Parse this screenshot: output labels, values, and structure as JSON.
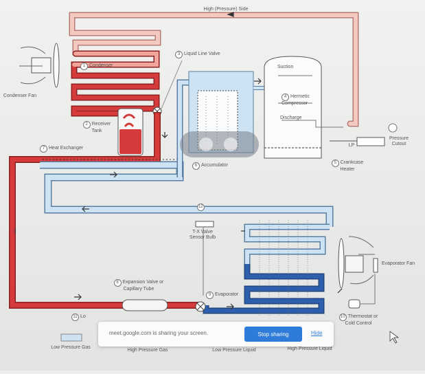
{
  "diagram": {
    "high_pressure_side": "High (Pressure) Side",
    "condenser": "Condenser",
    "condenser_fan": "Condenser Fan",
    "receiver_tank": "Receiver Tank",
    "liquid_line_valve": "Liquid Line Valve",
    "suction": "Suction",
    "hermetic_compressor": "Hermetic Compressor",
    "discharge": "Discharge",
    "pressure_cutout": "Pressure Cutout",
    "lp": "LP",
    "crankcase_heater": "Crankcase Heater",
    "accumulator": "Accumulator",
    "heat_exchanger": "Heat Exchanger",
    "tx_valve_sensor_bulb": "T-X Valve Sensor Bulb",
    "evaporator_fan": "Evaporator Fan",
    "expansion_valve": "Expansion Valve or Capillary Tube",
    "evaporator": "Evaporator",
    "thermostat": "Thermostat or Cold Control",
    "low_side": "Lo",
    "numbers": [
      "1",
      "2",
      "3",
      "4",
      "5",
      "6",
      "7",
      "8",
      "9",
      "10",
      "11",
      "12"
    ]
  },
  "legend": [
    {
      "label": "Low Pressure Gas",
      "color": "#cfe3f2"
    },
    {
      "label": "High Pressure Gas",
      "color": "#f2c6c0"
    },
    {
      "label": "Low Pressure Liquid",
      "color": "#2f5fb0"
    },
    {
      "label": "High Pressure Liquid",
      "color": "#d23c3c"
    }
  ],
  "share_bar": {
    "message": "meet.google.com is sharing your screen.",
    "stop_label": "Stop sharing",
    "hide_label": "Hide"
  },
  "colors": {
    "high_gas": "#f4c9c2",
    "high_liquid": "#d63b3b",
    "low_gas": "#cde2f3",
    "low_liquid": "#2e5fae",
    "button": "#2f7bd9"
  }
}
